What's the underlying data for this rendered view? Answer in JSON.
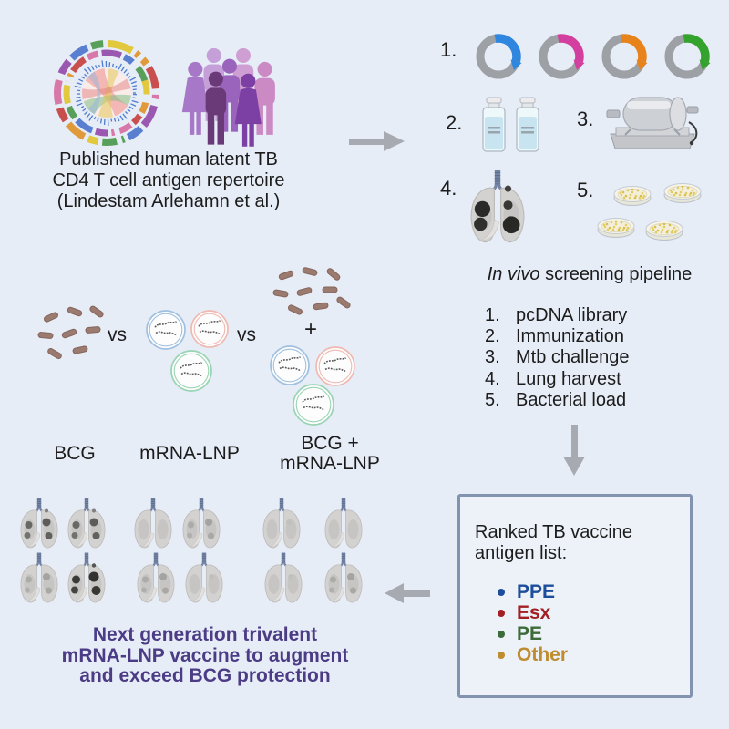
{
  "palette": {
    "background": "#e7edf7",
    "arrow_gray": "#a7abb1",
    "text_black": "#1c1c1c",
    "conclusion_purple": "#4b3c85",
    "box_border": "#8293b0",
    "box_fill": "#edf2f9",
    "plasmid_ring_gray": "#9da0a5",
    "plasmid_insert_colors": [
      "#2e86de",
      "#d33f9e",
      "#e8821a",
      "#34a32e"
    ],
    "lnp_colors": [
      "#9fc0e0",
      "#f0b9b1",
      "#99d4b4"
    ],
    "bacteria_brown": "#9b7a6f",
    "lung_gray": "#d3d2d0",
    "trachea_blue": "#7383a3",
    "colony_yellow": "#e0ca55"
  },
  "top_left": {
    "caption_lines": [
      "Published human latent TB",
      "CD4 T cell antigen repertoire",
      "(Lindestam Arlehamn et al.)"
    ],
    "icons": [
      "circos-plot-icon",
      "people-group-icon"
    ]
  },
  "steps_icons": {
    "numbers": [
      "1.",
      "2.",
      "3.",
      "4.",
      "5."
    ],
    "icons": [
      "plasmid-set-icon",
      "vaccine-vials-icon",
      "aerosol-chamber-icon",
      "infected-lung-icon",
      "petri-dishes-icon"
    ]
  },
  "pipeline": {
    "title_italic": "In vivo",
    "title_rest": " screening pipeline",
    "items": [
      {
        "num": "1.",
        "label": "pcDNA library"
      },
      {
        "num": "2.",
        "label": "Immunization"
      },
      {
        "num": "3.",
        "label": "Mtb challenge"
      },
      {
        "num": "4.",
        "label": "Lung harvest"
      },
      {
        "num": "5.",
        "label": "Bacterial load"
      }
    ]
  },
  "comparison": {
    "vs1": "vs",
    "vs2": "vs",
    "plus": "+",
    "labels": {
      "group1": "BCG",
      "group2": "mRNA-LNP",
      "group3_line1": "BCG +",
      "group3_line2": "mRNA-LNP"
    }
  },
  "ranked_box": {
    "title_lines": [
      "Ranked TB vaccine",
      "antigen list:"
    ],
    "items": [
      {
        "label": "PPE",
        "color": "#1d4e9b"
      },
      {
        "label": "Esx",
        "color": "#a22024"
      },
      {
        "label": "PE",
        "color": "#3d6b39"
      },
      {
        "label": "Other",
        "color": "#bf8c2f"
      }
    ]
  },
  "conclusion": {
    "lines": [
      "Next generation trivalent",
      "mRNA-LNP vaccine to augment",
      "and exceed BCG protection"
    ]
  },
  "lungs_grid": {
    "rows": [
      [
        3,
        3,
        0,
        2,
        1,
        0
      ],
      [
        2,
        4,
        2,
        1,
        1,
        2
      ]
    ]
  }
}
